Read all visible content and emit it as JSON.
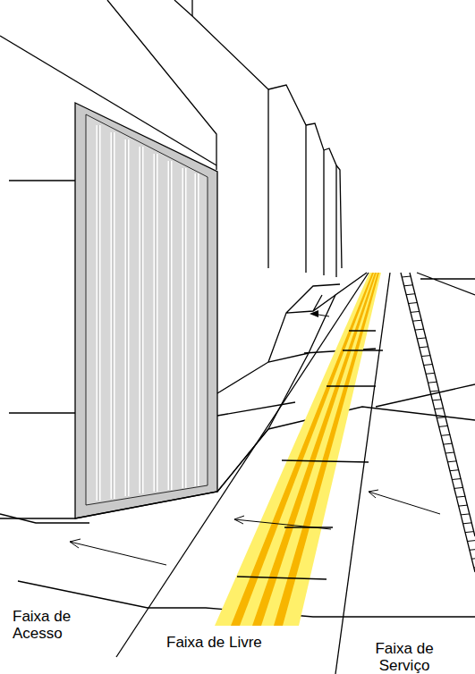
{
  "diagram": {
    "labels": [
      "Faixa de Acesso",
      "Faixa de Livre",
      "Faixa de Serviço"
    ]
  }
}
